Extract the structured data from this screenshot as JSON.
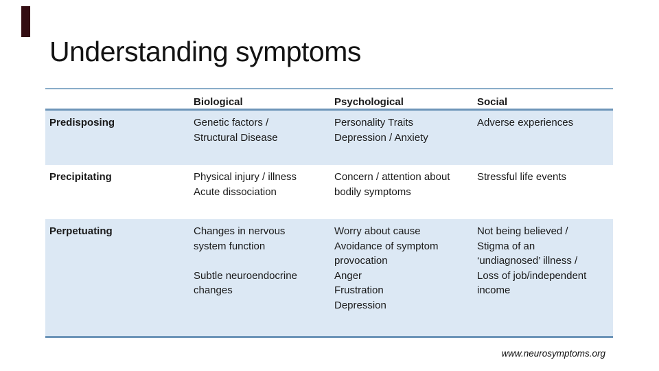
{
  "slide": {
    "title": "Understanding symptoms",
    "footer_url": "www.neurosymptoms.org",
    "accent_bar_color": "#330d12",
    "table_border_color": "#6d95b8",
    "table_shaded_row_color": "#dce8f4"
  },
  "table": {
    "headers": {
      "col1": "Biological",
      "col2": "Psychological",
      "col3": "Social"
    },
    "rows": [
      {
        "label": "Predisposing",
        "biological": [
          "Genetic factors /",
          "Structural Disease"
        ],
        "psychological": [
          "Personality Traits",
          "Depression / Anxiety"
        ],
        "social": [
          "Adverse experiences"
        ]
      },
      {
        "label": "Precipitating",
        "biological": [
          "Physical injury / illness",
          "Acute dissociation"
        ],
        "psychological": [
          "Concern / attention about",
          "bodily symptoms"
        ],
        "social": [
          "Stressful life events"
        ]
      },
      {
        "label": "Perpetuating",
        "biological": [
          "Changes in nervous",
          "system function",
          "",
          "Subtle neuroendocrine",
          "changes"
        ],
        "psychological": [
          "Worry about cause",
          "Avoidance of symptom",
          "provocation",
          "Anger",
          "Frustration",
          "Depression"
        ],
        "social": [
          "Not being believed /",
          "Stigma of an",
          "‘undiagnosed’ illness /",
          "Loss of job/independent",
          "income"
        ]
      }
    ]
  }
}
